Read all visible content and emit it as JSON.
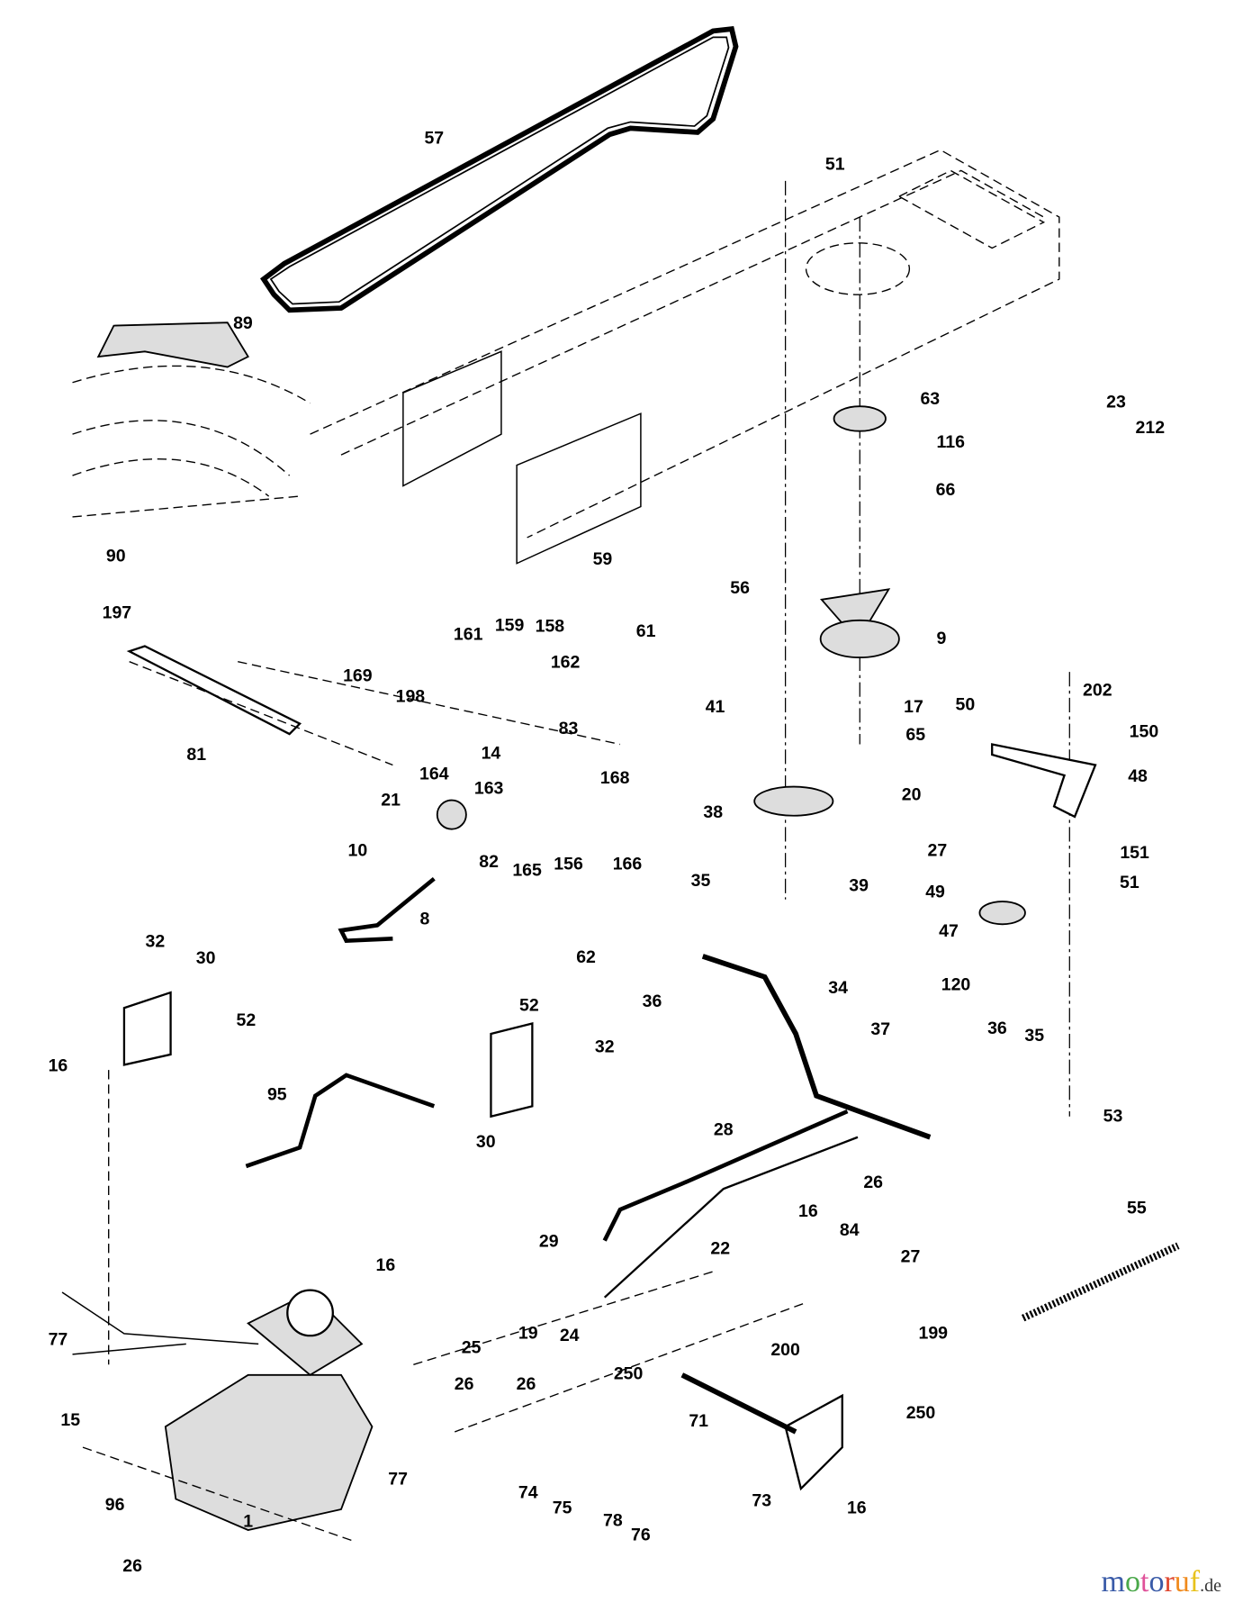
{
  "diagram": {
    "type": "exploded parts diagram",
    "callouts": [
      "57",
      "51",
      "89",
      "63",
      "23",
      "116",
      "212",
      "66",
      "90",
      "59",
      "56",
      "197",
      "161",
      "159",
      "158",
      "169",
      "198",
      "162",
      "61",
      "9",
      "41",
      "17",
      "202",
      "50",
      "150",
      "81",
      "83",
      "65",
      "14",
      "164",
      "163",
      "168",
      "48",
      "20",
      "21",
      "38",
      "27",
      "151",
      "10",
      "82",
      "165",
      "156",
      "166",
      "39",
      "35",
      "49",
      "51",
      "8",
      "47",
      "62",
      "32",
      "30",
      "36",
      "34",
      "120",
      "52",
      "52",
      "16",
      "37",
      "32",
      "36",
      "35",
      "95",
      "53",
      "30",
      "28",
      "26",
      "55",
      "29",
      "22",
      "16",
      "84",
      "27",
      "16",
      "25",
      "19",
      "24",
      "77",
      "199",
      "200",
      "250",
      "26",
      "26",
      "250",
      "15",
      "71",
      "77",
      "74",
      "75",
      "1",
      "96",
      "78",
      "73",
      "16",
      "76",
      "26"
    ]
  },
  "watermark": {
    "brand": "motoruf",
    "suffix": ".de",
    "colors": [
      "#3a5ba8",
      "#4aa84a",
      "#e0529a",
      "#3a5ba8",
      "#e0472f",
      "#f08a1c",
      "#e8c21c"
    ]
  }
}
